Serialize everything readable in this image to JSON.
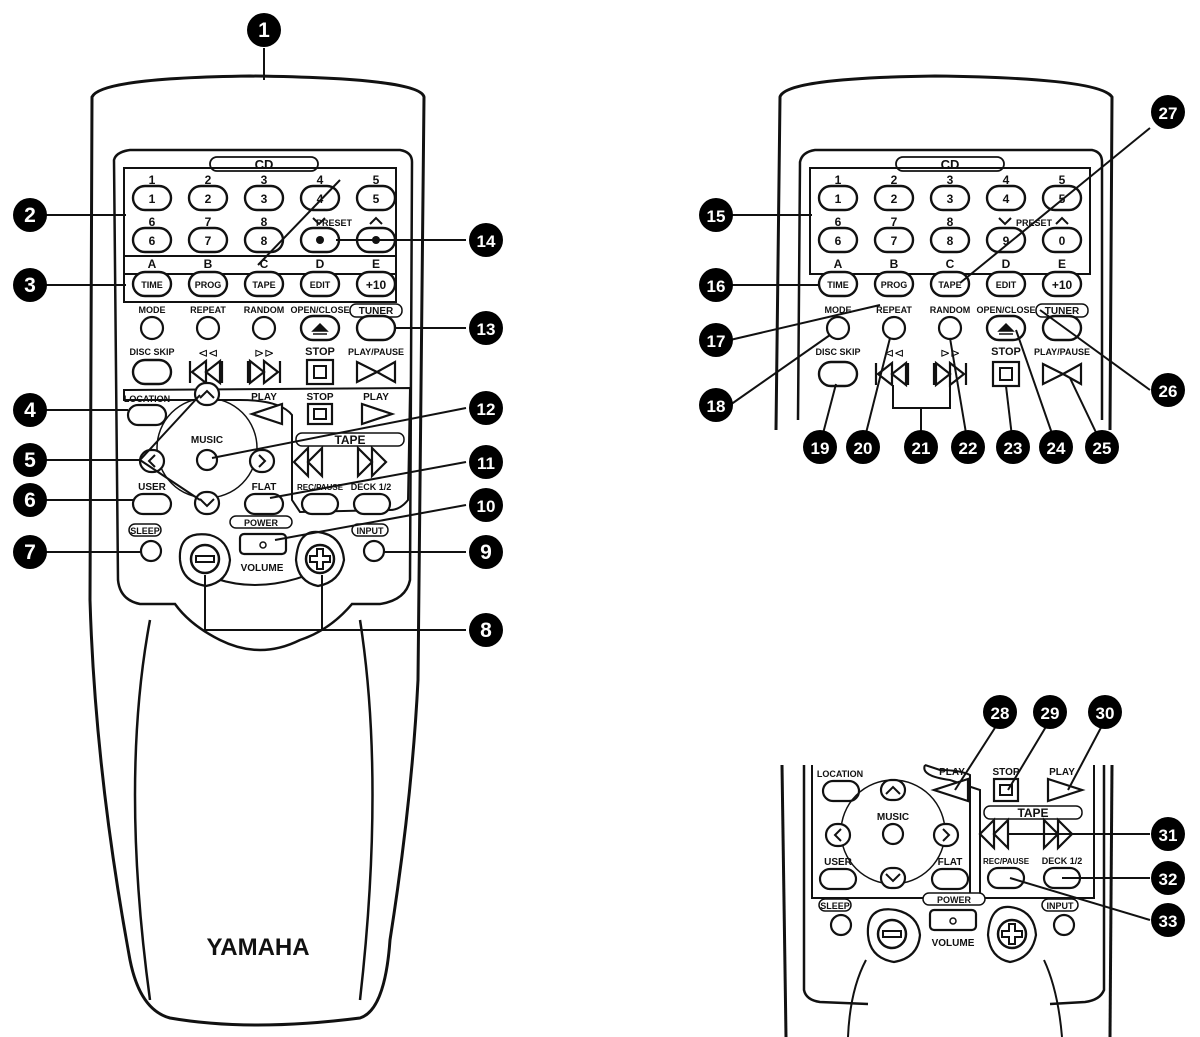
{
  "brand": "YAMAHA",
  "section_cd": "CD",
  "section_tape": "TAPE",
  "digits": [
    "1",
    "2",
    "3",
    "4",
    "5",
    "6",
    "7",
    "8",
    "9",
    "0"
  ],
  "letters": [
    "A",
    "B",
    "C",
    "D",
    "E"
  ],
  "buttons": {
    "time": "TIME",
    "prog": "PROG",
    "tape": "TAPE",
    "edit": "EDIT",
    "plus10": "+10",
    "mode": "MODE",
    "repeat": "REPEAT",
    "random": "RANDOM",
    "open_close": "OPEN/CLOSE",
    "tuner": "TUNER",
    "disc_skip": "DISC SKIP",
    "stop": "STOP",
    "play_pause": "PLAY/PAUSE",
    "location": "LOCATION",
    "music": "MUSIC",
    "user": "USER",
    "flat": "FLAT",
    "play": "PLAY",
    "rec_pause": "REC/PAUSE",
    "deck": "DECK 1/2",
    "sleep": "SLEEP",
    "input": "INPUT",
    "power": "POWER",
    "volume": "VOLUME",
    "preset": "PRESET"
  },
  "callouts": [
    "1",
    "2",
    "3",
    "4",
    "5",
    "6",
    "7",
    "8",
    "9",
    "10",
    "11",
    "12",
    "13",
    "14",
    "15",
    "16",
    "17",
    "18",
    "19",
    "20",
    "21",
    "22",
    "23",
    "24",
    "25",
    "26",
    "27",
    "28",
    "29",
    "30",
    "31",
    "32",
    "33"
  ]
}
